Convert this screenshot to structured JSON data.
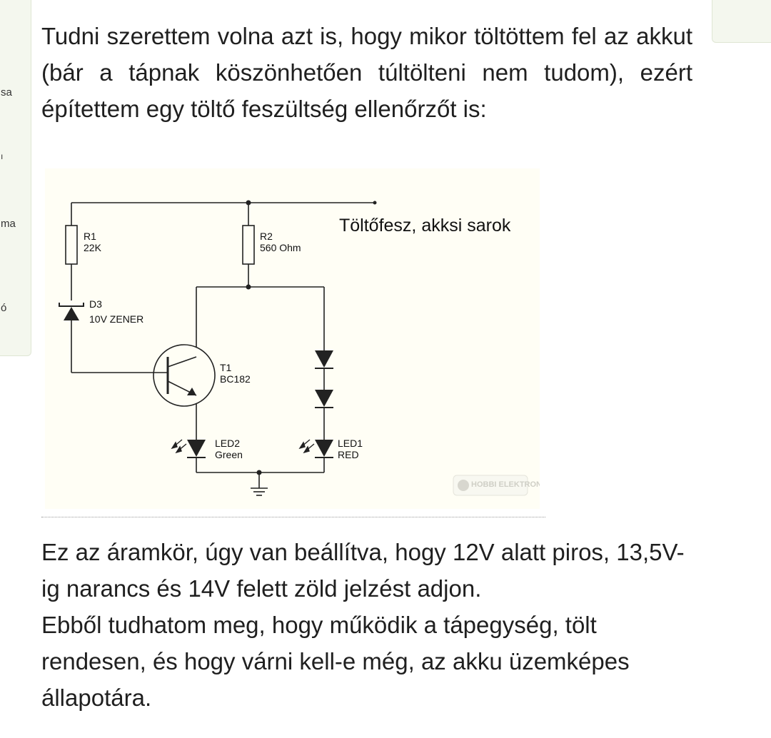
{
  "sidebar": {
    "fragments": [
      "sa",
      "ma",
      "ó"
    ]
  },
  "article": {
    "paragraph_1": "Tudni szerettem volna azt is, hogy mikor töltöttem fel az akkut (bár a tápnak köszönhetően túltölteni nem tudom), ezért építettem egy töltő feszültség ellenőrzőt is:",
    "paragraph_2_line_1": "Ez az áramkör, úgy van beállítva, hogy 12V alatt piros, 13,5V-ig narancs és 14V felett zöld jelzést adjon.",
    "paragraph_2_line_2": "Ebből tudhatom meg, hogy működik a tápegység, tölt rendesen, és hogy várni kell-e még, az akku üzemképes állapotára."
  },
  "schematic": {
    "supply_label": "Töltőfesz, akksi sarok",
    "r1": {
      "name": "R1",
      "value": "22K"
    },
    "r2": {
      "name": "R2",
      "value": "560 Ohm"
    },
    "d3": {
      "name": "D3",
      "value": "10V ZENER"
    },
    "t1": {
      "name": "T1",
      "value": "BC182"
    },
    "led2": {
      "name": "LED2",
      "value": "Green"
    },
    "led1": {
      "name": "LED1",
      "value": "RED"
    },
    "watermark": "HOBBI ELEKTRONIKA"
  }
}
